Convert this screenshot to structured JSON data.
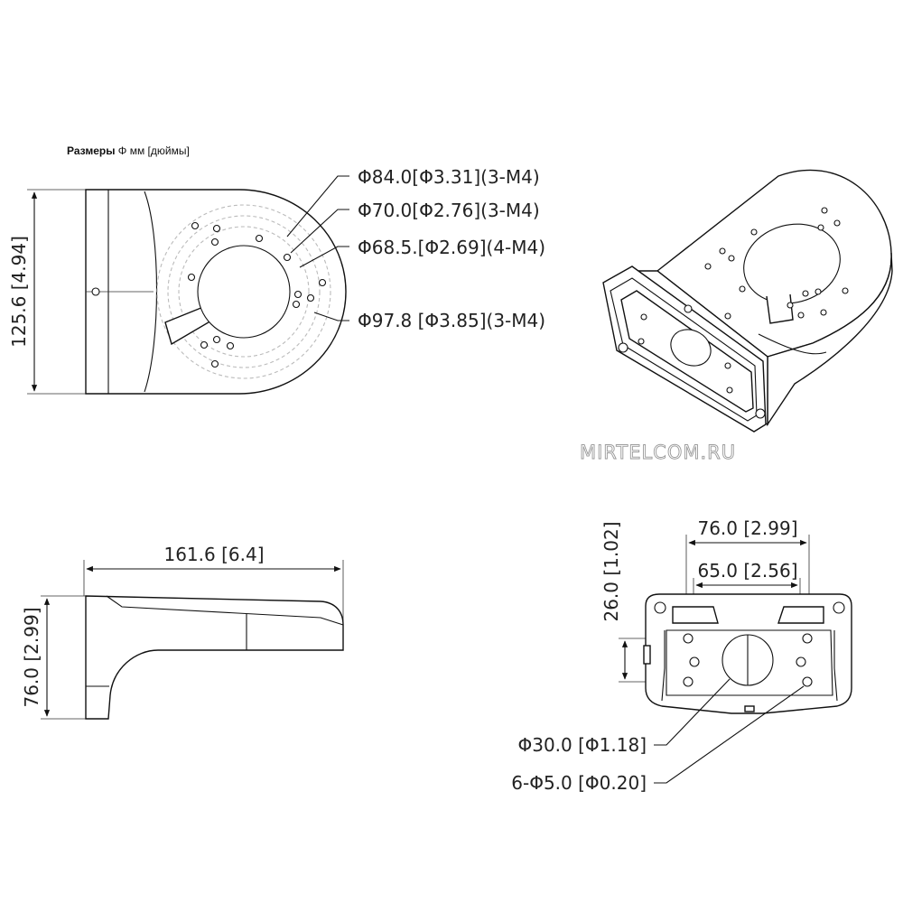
{
  "caption": {
    "bold": "Размеры",
    "rest": " Φ мм [дюймы]"
  },
  "top_view": {
    "height_dim": "125.6 [4.94]",
    "callouts": [
      "Φ84.0[Φ3.31](3-M4)",
      "Φ70.0[Φ2.76](3-M4)",
      "Φ68.5.[Φ2.69](4-M4)",
      "Φ97.8 [Φ3.85](3-M4)"
    ]
  },
  "side_view": {
    "length_dim": "161.6 [6.4]",
    "height_dim": "76.0 [2.99]"
  },
  "back_view": {
    "width_outer": "76.0 [2.99]",
    "width_inner": "65.0 [2.56]",
    "height_dim": "26.0 [1.02]",
    "callout_center_hole": "Φ30.0 [Φ1.18]",
    "callout_holes": "6-Φ5.0 [Φ0.20]"
  },
  "watermark": "MIRTELCOM.RU"
}
